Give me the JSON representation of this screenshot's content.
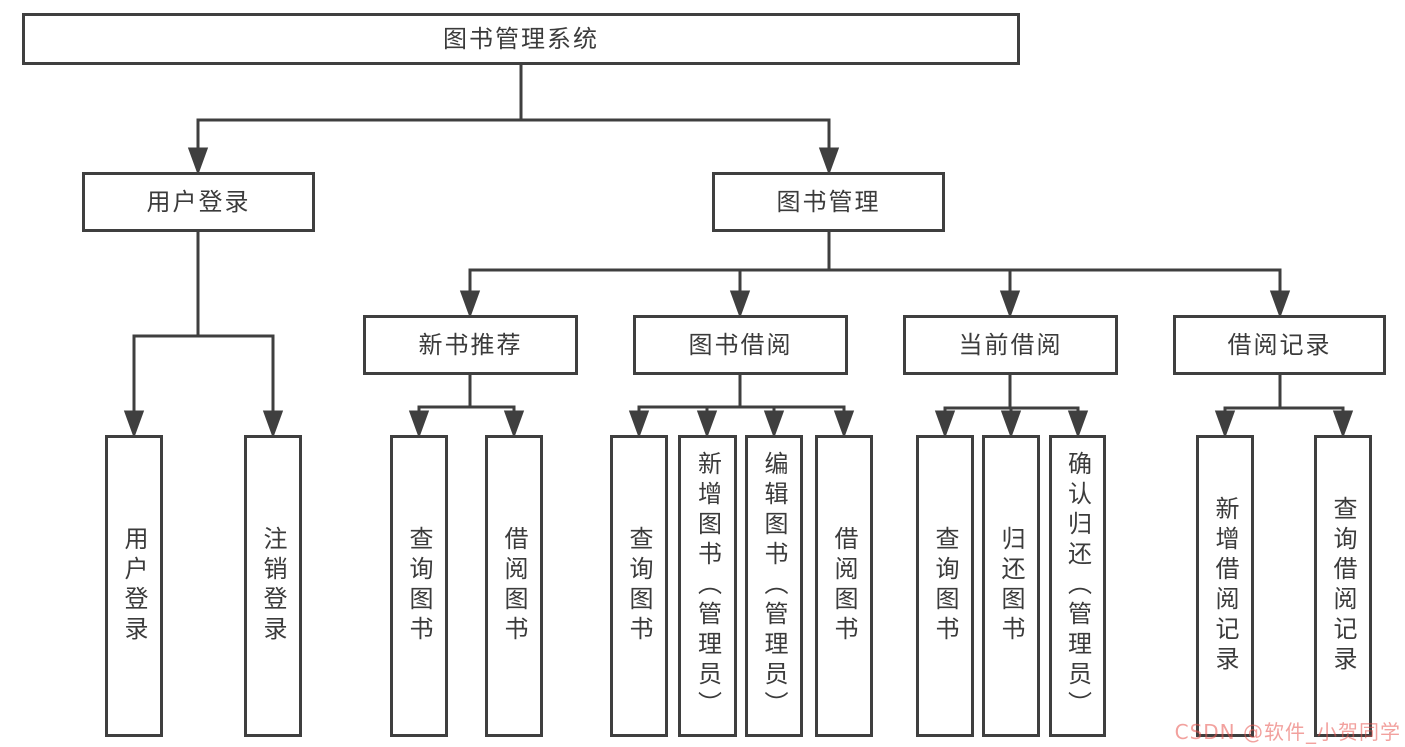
{
  "tree": {
    "label": "图书管理系统",
    "children": [
      {
        "label": "用户登录",
        "children": [
          {
            "label": "用户登录"
          },
          {
            "label": "注销登录"
          }
        ]
      },
      {
        "label": "图书管理",
        "children": [
          {
            "label": "新书推荐",
            "children": [
              {
                "label": "查询图书"
              },
              {
                "label": "借阅图书"
              }
            ]
          },
          {
            "label": "图书借阅",
            "children": [
              {
                "label": "查询图书"
              },
              {
                "label": "新增图书（管理员）"
              },
              {
                "label": "编辑图书（管理员）"
              },
              {
                "label": "借阅图书"
              }
            ]
          },
          {
            "label": "当前借阅",
            "children": [
              {
                "label": "查询图书"
              },
              {
                "label": "归还图书"
              },
              {
                "label": "确认归还（管理员）"
              }
            ]
          },
          {
            "label": "借阅记录",
            "children": [
              {
                "label": "新增借阅记录"
              },
              {
                "label": "查询借阅记录"
              }
            ]
          }
        ]
      }
    ]
  },
  "watermark": {
    "text": "CSDN @软件_小贺同学"
  },
  "colors": {
    "line": "#3f3f3f",
    "box_border": "#3f3f3f",
    "text": "#3b3b3b",
    "background": "#ffffff",
    "watermark_pink": "#e7534f"
  }
}
